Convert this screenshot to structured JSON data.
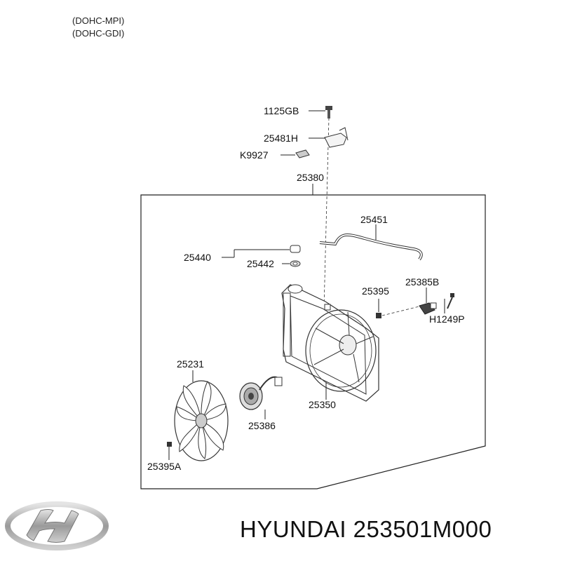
{
  "variants": [
    "(DOHC-MPI)",
    "(DOHC-GDI)"
  ],
  "brand_caption": "HYUNDAI 253501M000",
  "parts": {
    "p1125GB": "1125GB",
    "p25481H": "25481H",
    "pK9927": "K9927",
    "p25380": "25380",
    "p25451": "25451",
    "p25440": "25440",
    "p25442": "25442",
    "p25395": "25395",
    "p25385B": "25385B",
    "pH1249P": "H1249P",
    "p25231": "25231",
    "p25350": "25350",
    "p25386": "25386",
    "p25395A": "25395A"
  },
  "icons": {
    "logo": "hyundai-logo-icon"
  }
}
